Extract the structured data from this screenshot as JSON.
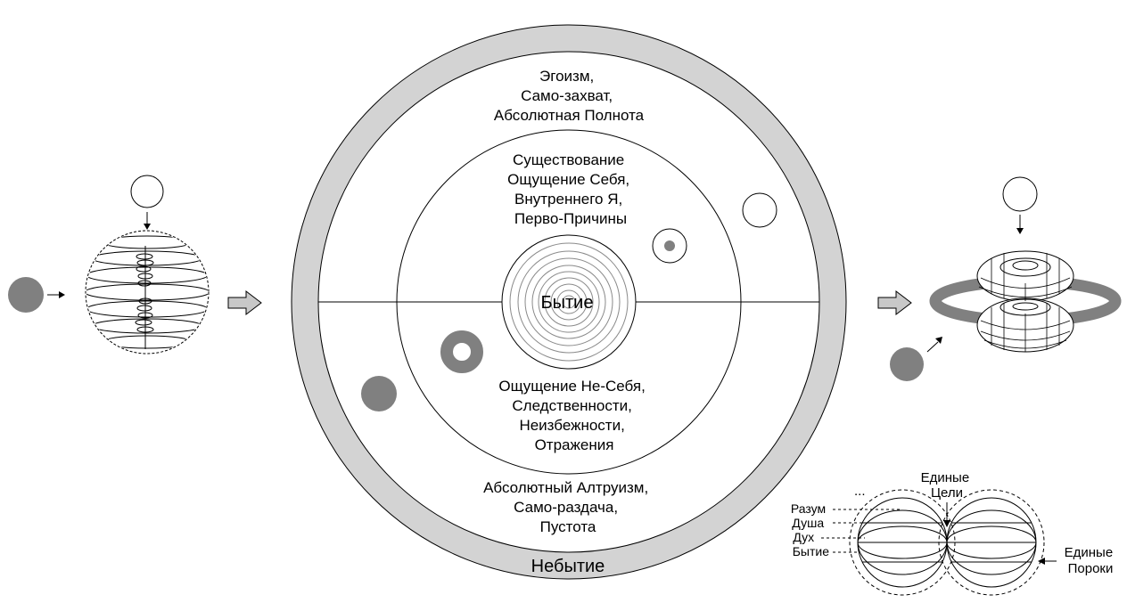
{
  "outer_top": [
    "Эгоизм,",
    "Само-захват,",
    "Абсолютная Полнота"
  ],
  "inner_top": [
    "Существование",
    "Ощущение Себя,",
    "Внутреннего Я,",
    "Перво-Причины"
  ],
  "center": "Бытие",
  "inner_bottom": [
    "Ощущение Не-Себя,",
    "Следственности,",
    "Неизбежности,",
    "Отражения"
  ],
  "outer_bottom": [
    "Абсолютный Алтруизм,",
    "Само-раздача,",
    "Пустота"
  ],
  "ring_label": "Небытие",
  "small_diagram": {
    "ellipsis": "...",
    "levels": [
      "Разум",
      "Душа",
      "Дух",
      "Бытие"
    ],
    "united_goals": [
      "Единые",
      "Цели"
    ],
    "united_vices": [
      "Единые",
      "Пороки"
    ]
  },
  "colors": {
    "ring_gray": "#d3d3d3",
    "ball_gray": "#808080",
    "arrow_gray": "#c8c8c8"
  }
}
